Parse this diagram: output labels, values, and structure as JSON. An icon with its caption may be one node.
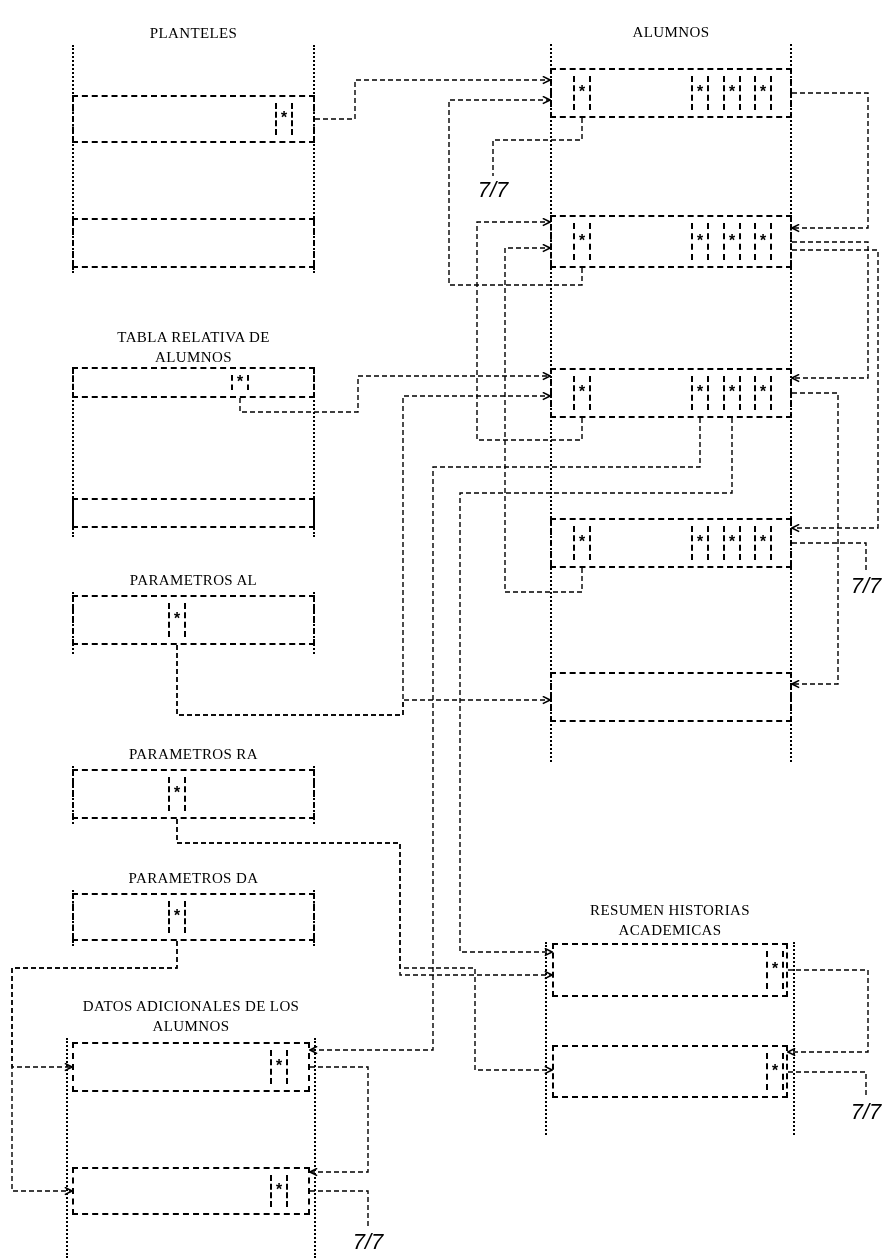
{
  "diagram": {
    "nodes": [
      {
        "text": [
          "PLANTELES"
        ]
      },
      {
        "text": [
          "*"
        ],
        "in": 0
      },
      {
        "text": [],
        "shape": "box",
        "in": 0
      },
      {
        "text": [
          "TABLA RELATIVA DE ALUMNOS"
        ]
      },
      {
        "text": [
          "*"
        ],
        "in": 3
      },
      {
        "text": [],
        "shape": "box",
        "in": 3
      },
      {
        "text": [
          "PARAMETROS AL"
        ]
      },
      {
        "text": [
          "*"
        ],
        "in": 6
      },
      {
        "text": [
          "PARAMETROS RA"
        ]
      },
      {
        "text": [
          "*"
        ],
        "in": 8
      },
      {
        "text": [
          "PARAMETROS DA"
        ]
      },
      {
        "text": [
          "*"
        ],
        "in": 10
      },
      {
        "text": [
          "DATOS ADICIONALES DE LOS ALUMNOS"
        ]
      },
      {
        "text": [
          "*"
        ],
        "in": 12
      },
      {
        "text": [
          "*"
        ],
        "in": 12
      },
      {
        "text": [
          "7/7"
        ]
      },
      {
        "text": [
          "ALUMNOS"
        ]
      },
      {
        "text": [
          "*",
          "*",
          "*",
          "*"
        ],
        "in": 16
      },
      {
        "text": [
          "*",
          "*",
          "*",
          "*"
        ],
        "in": 16
      },
      {
        "text": [
          "*",
          "*",
          "*",
          "*"
        ],
        "in": 16
      },
      {
        "text": [
          "*",
          "*",
          "*",
          "*"
        ],
        "in": 16
      },
      {
        "text": [],
        "shape": "box",
        "in": 16
      },
      {
        "text": [
          "7/7"
        ]
      },
      {
        "text": [
          "7/7"
        ]
      },
      {
        "text": [
          "RESUMEN HISTORIAS ACADEMICAS"
        ]
      },
      {
        "text": [
          "*"
        ],
        "in": 24
      },
      {
        "text": [
          "*"
        ],
        "in": 24
      },
      {
        "text": [
          "7/7"
        ]
      }
    ],
    "edges": [
      {
        "from": 1,
        "to": 17,
        "arrow": "to"
      },
      {
        "from": 17,
        "to": 18,
        "arrow": "to"
      },
      {
        "from": 18,
        "to": 19,
        "arrow": "to"
      },
      {
        "from": 18,
        "to": 20,
        "arrow": "to"
      },
      {
        "from": 19,
        "to": 21,
        "arrow": "to"
      },
      {
        "from": 20,
        "to": 23,
        "arrow": "none"
      },
      {
        "from": 17,
        "to": 22,
        "arrow": "none"
      },
      {
        "from": 18,
        "to": 17,
        "arrow": "to"
      },
      {
        "from": 19,
        "to": 18,
        "arrow": "to"
      },
      {
        "from": 20,
        "to": 18,
        "arrow": "to"
      },
      {
        "from": 19,
        "to": 13,
        "arrow": "to"
      },
      {
        "from": 19,
        "to": 25,
        "arrow": "to"
      },
      {
        "from": 4,
        "to": 19,
        "arrow": "to"
      },
      {
        "from": 7,
        "to": 19,
        "arrow": "to"
      },
      {
        "from": 7,
        "to": 21,
        "arrow": "to"
      },
      {
        "from": 9,
        "to": 25,
        "arrow": "to"
      },
      {
        "from": 9,
        "to": 26,
        "arrow": "to"
      },
      {
        "from": 11,
        "to": 13,
        "arrow": "to"
      },
      {
        "from": 11,
        "to": 14,
        "arrow": "to"
      },
      {
        "from": 13,
        "to": 14,
        "arrow": "to"
      },
      {
        "from": 14,
        "to": 15,
        "arrow": "none"
      },
      {
        "from": 25,
        "to": 26,
        "arrow": "to"
      },
      {
        "from": 26,
        "to": 27,
        "arrow": "none"
      }
    ]
  }
}
